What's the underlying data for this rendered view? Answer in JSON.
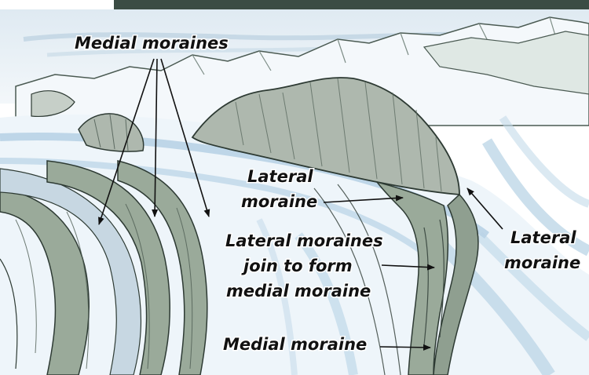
{
  "labels": {
    "medial_moraines_top": "Medial moraines",
    "lateral_moraine_center": [
      "Lateral",
      "moraine"
    ],
    "lateral_moraines_join": [
      "Lateral moraines",
      "join to form",
      "medial moraine"
    ],
    "lateral_moraine_right": [
      "Lateral",
      "moraine"
    ],
    "medial_moraine_bottom": "Medial moraine"
  },
  "colors": {
    "ice_light": "#eaf3f9",
    "ice_blue": "#a9c9df",
    "moraine_gray": "#9aaa9a",
    "rock_gray": "#aeb8ae",
    "outline": "#2d3a33"
  }
}
